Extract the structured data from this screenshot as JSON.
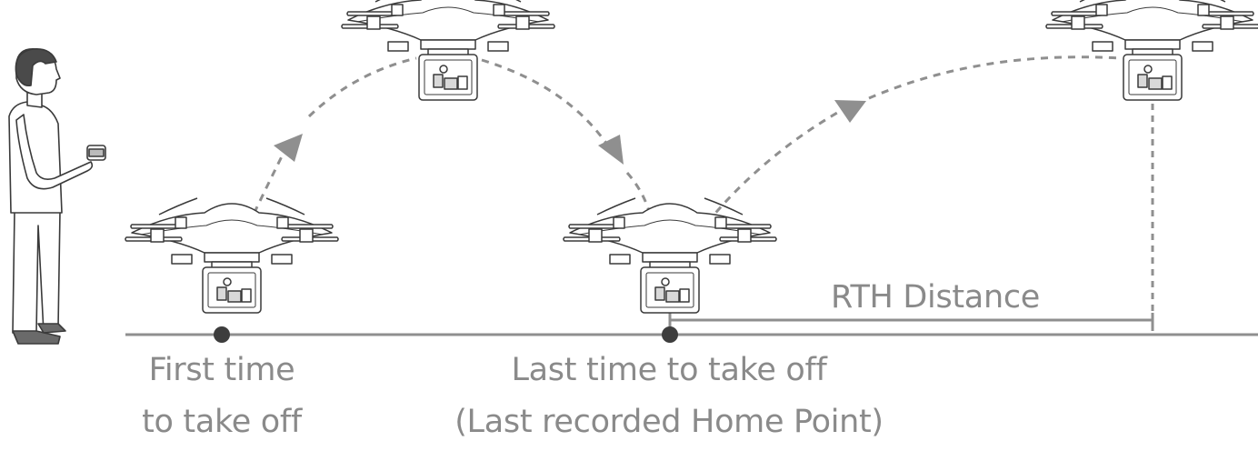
{
  "labels": {
    "rth_distance": "RTH Distance",
    "first_takeoff_line1": "First time",
    "first_takeoff_line2": "to take off",
    "last_takeoff_line1": "Last time to take off",
    "last_takeoff_line2": "(Last recorded Home Point)"
  },
  "colors": {
    "line": "#8f8f8f",
    "text": "#8a8a8a",
    "dot": "#3d3d3d",
    "drone_stroke": "#3a3a3a",
    "person_hair": "#4a4a4a"
  }
}
